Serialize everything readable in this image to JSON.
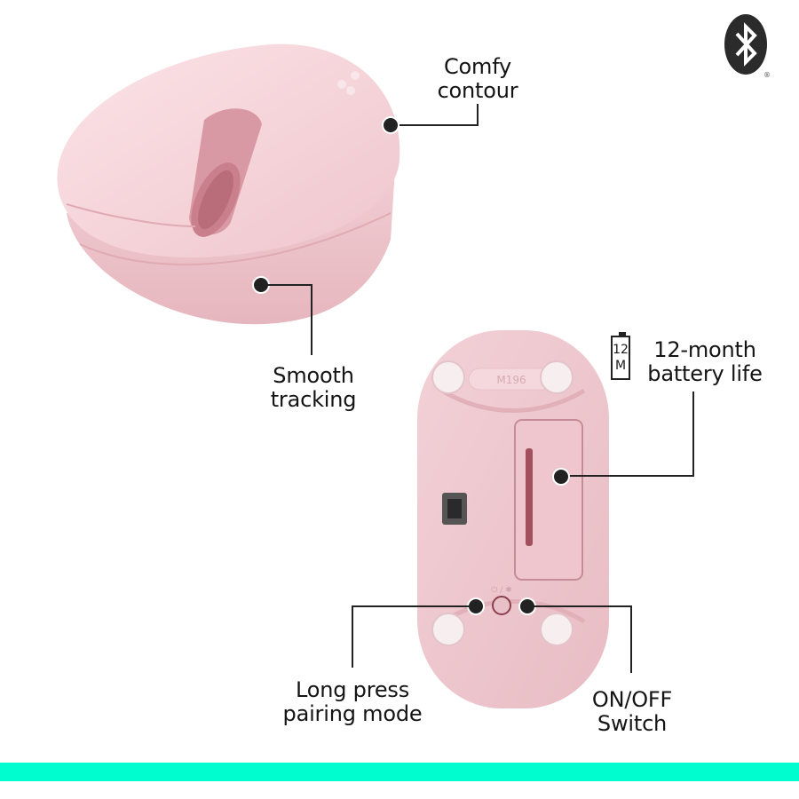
{
  "badges": {
    "bluetooth": {
      "icon": "bluetooth-icon",
      "registered_mark": "®"
    }
  },
  "product": {
    "color_name": "pink",
    "model_marking": "M196",
    "body_color": "#f4d3d9",
    "accent_color": "#c98a96"
  },
  "callouts": [
    {
      "id": "comfy-contour",
      "lines": [
        "Comfy",
        "contour"
      ]
    },
    {
      "id": "smooth-tracking",
      "lines": [
        "Smooth",
        "tracking"
      ]
    },
    {
      "id": "battery-life",
      "lines": [
        "12-month",
        "battery life"
      ],
      "icon": "battery-icon",
      "icon_text": [
        "12",
        "M"
      ]
    },
    {
      "id": "pairing-mode",
      "lines": [
        "Long press",
        "pairing mode"
      ]
    },
    {
      "id": "on-off-switch",
      "lines": [
        "ON/OFF",
        "Switch"
      ]
    }
  ],
  "footer_bar": {
    "color": "#00fdd0"
  }
}
